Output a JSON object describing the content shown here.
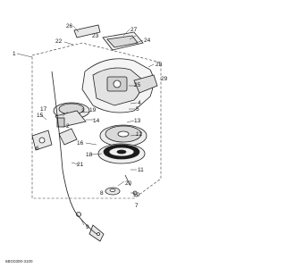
{
  "diagram": {
    "part_numbers": [
      "1",
      "2",
      "3",
      "4",
      "5",
      "6",
      "7",
      "8",
      "9",
      "10",
      "11",
      "12",
      "13",
      "14",
      "15",
      "16",
      "17",
      "18",
      "19",
      "20",
      "21",
      "22",
      "23",
      "24",
      "25",
      "26",
      "27",
      "28",
      "29"
    ],
    "drawing_code": "6BG0300-3100"
  }
}
